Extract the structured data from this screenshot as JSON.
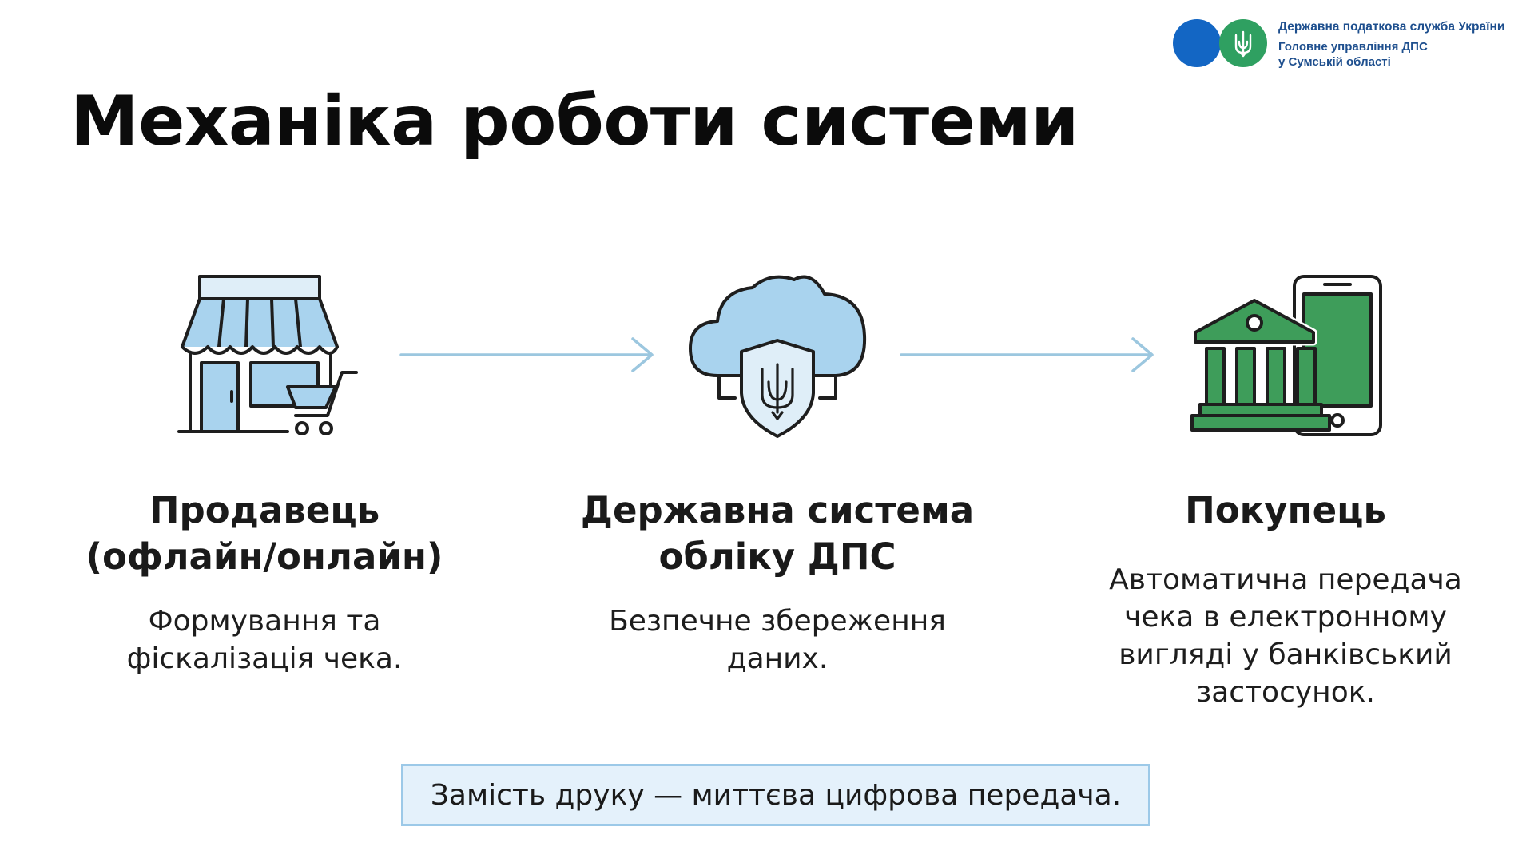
{
  "header": {
    "org_line1": "Державна податкова служба України",
    "org_line2": "Головне управління ДПС",
    "org_line3": "у Сумській області",
    "logo_emblem_icon": "trident-icon",
    "colors": {
      "org_text": "#1e4f8e",
      "blue_circle": "#1366c4",
      "green_circle": "#2fa061"
    }
  },
  "title": "Механіка роботи системи",
  "steps": [
    {
      "icon": "storefront-cart-icon",
      "title_line1": "Продавець",
      "title_line2": "(офлайн/онлайн)",
      "desc_line1": "Формування та",
      "desc_line2": "фіскалізація чека."
    },
    {
      "icon": "cloud-shield-trident-icon",
      "title_line1": "Державна система",
      "title_line2": "обліку ДПС",
      "desc_line1": "Безпечне збереження",
      "desc_line2": "даних."
    },
    {
      "icon": "bank-smartphone-icon",
      "title_line1": "Покупець",
      "desc_line1": "Автоматична передача",
      "desc_line2": "чека в електронному",
      "desc_line3": "вигляді у банківський",
      "desc_line4": "застосунок."
    }
  ],
  "arrows": [
    "arrow-right-icon",
    "arrow-right-icon"
  ],
  "banner": "Замість друку — миттєва цифрова передача.",
  "colors": {
    "light_blue": "#a9d3ee",
    "green": "#3e9d5a",
    "arrow": "#9cc7df",
    "banner_bg": "#e4f1fb",
    "banner_border": "#9cc9e8"
  }
}
